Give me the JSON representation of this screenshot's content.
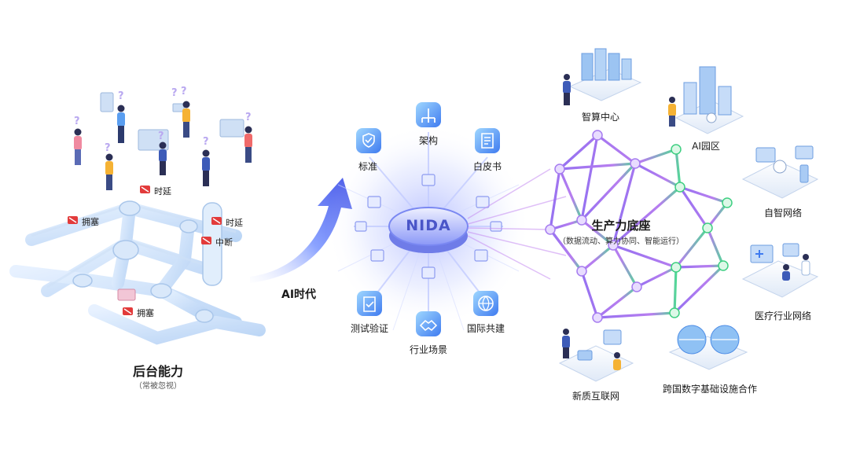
{
  "left": {
    "title": "后台能力",
    "subtitle": "（常被忽视）",
    "issues": [
      "拥塞",
      "时延",
      "时延",
      "中断",
      "拥塞"
    ]
  },
  "arrow_label": "AI时代",
  "hub": {
    "title": "NIDA",
    "pillars": [
      "架构",
      "标准",
      "白皮书",
      "测试验证",
      "行业场景",
      "国际共建"
    ]
  },
  "right": {
    "title": "生产力底座",
    "subtitle": "（数据流动、算力协同、智能运行）",
    "nodes": [
      "智算中心",
      "AI园区",
      "自智网络",
      "医疗行业网络",
      "跨国数字基础设施合作",
      "新质互联网"
    ]
  },
  "colors": {
    "pipe": "#a8c8f0",
    "hub": "#6b7cf5",
    "purple": "#a05cf0",
    "green": "#40d880",
    "alert": "#e23b3b"
  }
}
